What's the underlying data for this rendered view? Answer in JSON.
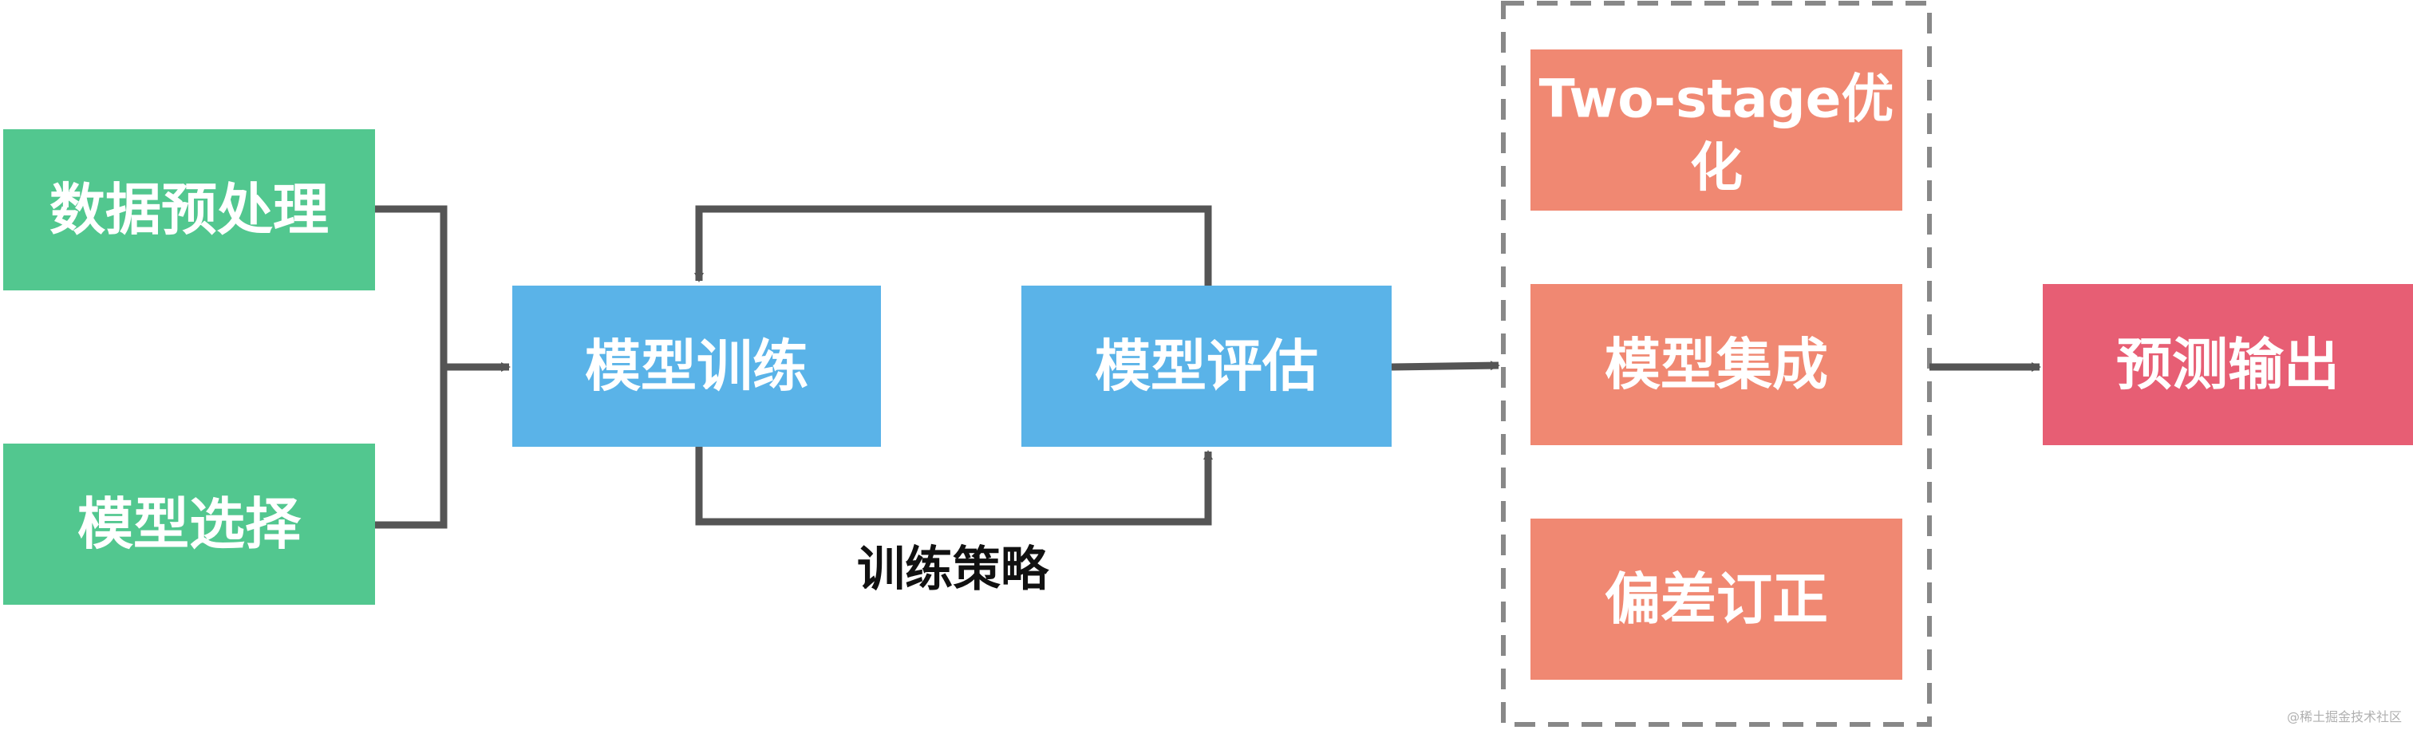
{
  "colors": {
    "preprocess": "#52c78f",
    "model": "#5ab3e8",
    "optimize": "#f08872",
    "output": "#e75e74",
    "connector": "#555555",
    "group_border": "#888888"
  },
  "nodes": {
    "data_preprocessing": "数据预处理",
    "model_selection": "模型选择",
    "model_training": "模型训练",
    "model_evaluation": "模型评估",
    "two_stage_line1": "Two-stage优",
    "two_stage_line2": "化",
    "model_ensemble": "模型集成",
    "bias_correction": "偏差订正",
    "prediction_output": "预测输出"
  },
  "edge_labels": {
    "training_strategy": "训练策略"
  },
  "watermark": "@稀土掘金技术社区"
}
